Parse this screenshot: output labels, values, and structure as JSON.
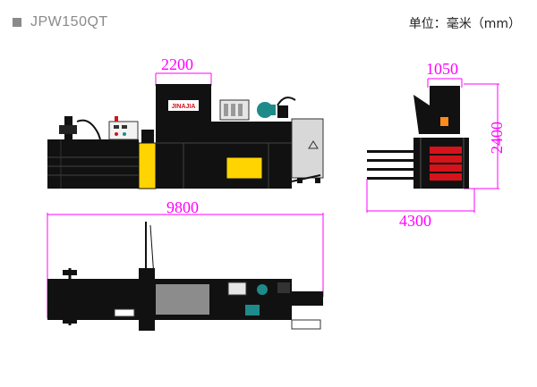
{
  "header": {
    "model": "JPW150QT",
    "unit_label": "单位：毫米（mm）"
  },
  "dimensions": {
    "front_upper_width": "2200",
    "side_width": "1050",
    "side_height": "2400",
    "side_depth": "4300",
    "top_length": "9800"
  },
  "machine": {
    "logo_text": "JINAJIA"
  },
  "colors": {
    "dimension": "#ff00ff",
    "body": "#111111",
    "accent_yellow": "#ffd400",
    "bale_red": "#d4141a",
    "motor_teal": "#1f8a8a",
    "panel_grey": "#d8d8d8"
  }
}
